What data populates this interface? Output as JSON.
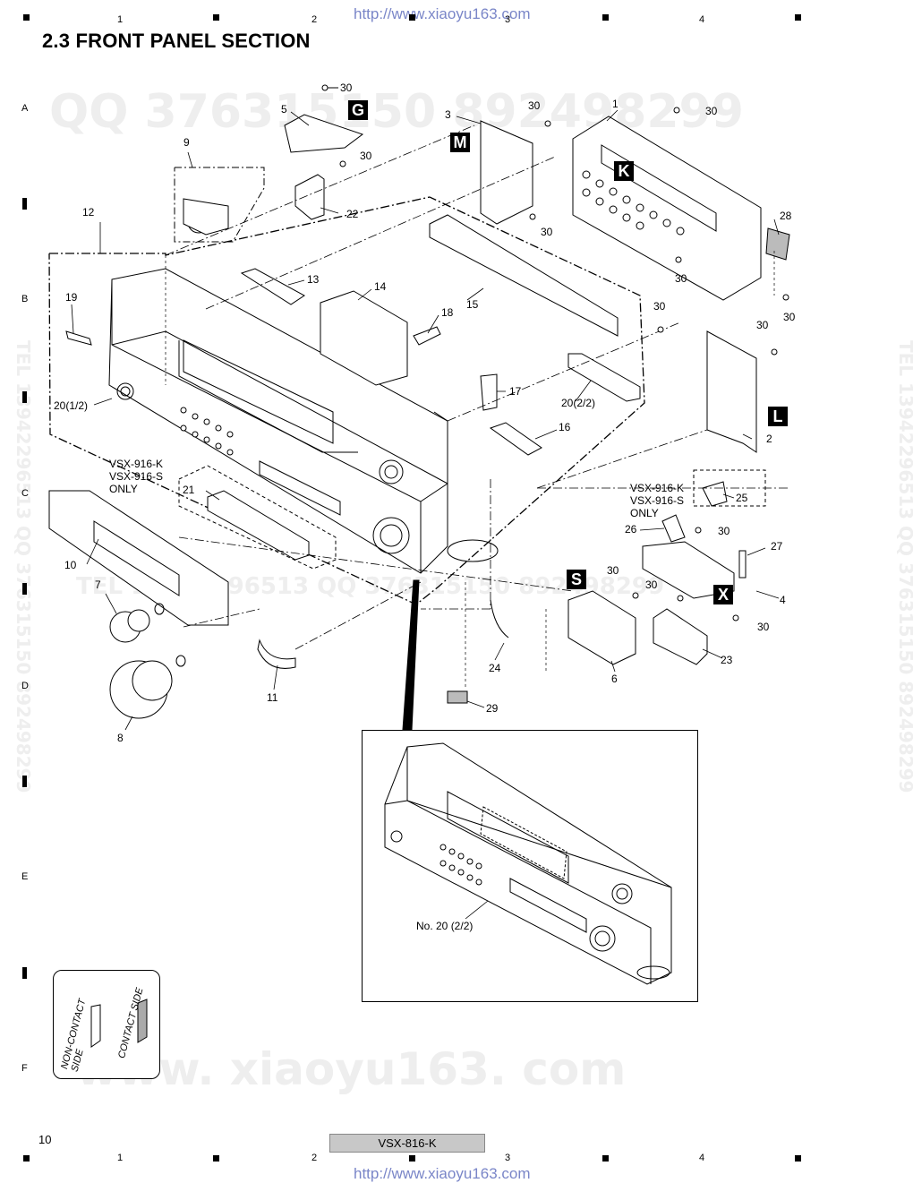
{
  "header": {
    "url": "http://www.xiaoyu163.com",
    "column_numbers": [
      "1",
      "2",
      "3",
      "4"
    ]
  },
  "title": "2.3  FRONT PANEL SECTION",
  "row_letters": [
    "A",
    "B",
    "C",
    "D",
    "E",
    "F"
  ],
  "watermarks": {
    "qq_line": "QQ 376315150   892498299",
    "tel_line": "TEL 13942296513  QQ 376315150  892498299",
    "tel_line_left": "TEL 13942296513  QQ 376315150  892498299",
    "mid_line": "TEL 13942296513     QQ 376315150   892498299",
    "bottom_line": "www. xiaoyu163. com"
  },
  "part_labels": {
    "p1": "1",
    "p2": "2",
    "p3": "3",
    "p4": "4",
    "p5": "5",
    "p6": "6",
    "p7": "7",
    "p8": "8",
    "p9": "9",
    "p10": "10",
    "p11": "11",
    "p12": "12",
    "p13": "13",
    "p14": "14",
    "p15": "15",
    "p16": "16",
    "p17": "17",
    "p18": "18",
    "p19": "19",
    "p20a": "20(1/2)",
    "p20b": "20(2/2)",
    "p21": "21",
    "p22": "22",
    "p23": "23",
    "p24": "24",
    "p25": "25",
    "p26": "26",
    "p27": "27",
    "p28": "28",
    "p29": "29",
    "screw": "30"
  },
  "board_tags": {
    "G": "G",
    "M": "M",
    "K": "K",
    "L": "L",
    "S": "S",
    "X": "X"
  },
  "notes": {
    "only_left": [
      "VSX-916-K",
      "VSX-916-S",
      "ONLY"
    ],
    "only_right": [
      "VSX-916-K",
      "VSX-916-S",
      "ONLY"
    ]
  },
  "inset": {
    "caption": "No. 20 (2/2)"
  },
  "legend": {
    "non_contact": "NON-CONTACT\nSIDE",
    "non_contact_1": "NON-CONTACT",
    "non_contact_2": "SIDE",
    "contact": "CONTACT SIDE"
  },
  "footer": {
    "page_number": "10",
    "model": "VSX-816-K",
    "url": "http://www.xiaoyu163.com",
    "column_numbers": [
      "1",
      "2",
      "3",
      "4"
    ]
  }
}
